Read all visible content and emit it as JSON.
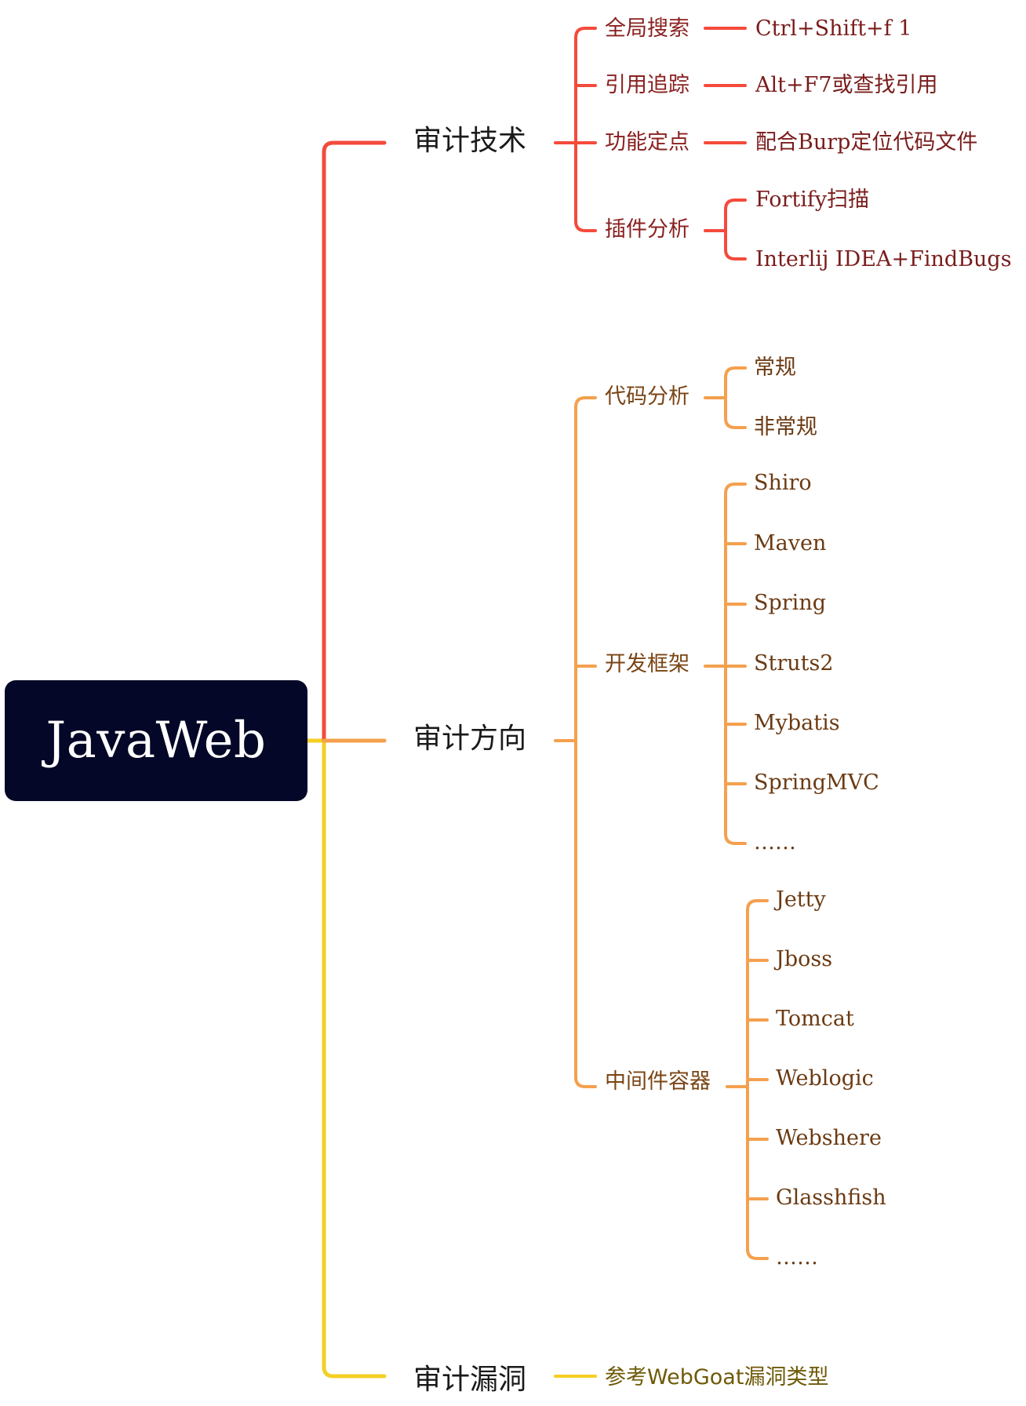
{
  "root": {
    "label": "JavaWeb"
  },
  "colors": {
    "red": "#F44A3C",
    "orange": "#F4A04E",
    "yellow": "#F5CF23",
    "root_bg": "#040727"
  },
  "branches": [
    {
      "label": "审计技术",
      "children": [
        {
          "label": "全局搜索",
          "children": [
            "Ctrl+Shift+f 1"
          ]
        },
        {
          "label": "引用追踪",
          "children": [
            "Alt+F7或查找引用"
          ]
        },
        {
          "label": "功能定点",
          "children": [
            "配合Burp定位代码文件"
          ]
        },
        {
          "label": "插件分析",
          "children": [
            "Fortify扫描",
            "Interlij IDEA+FindBugs"
          ]
        }
      ]
    },
    {
      "label": "审计方向",
      "children": [
        {
          "label": "代码分析",
          "children": [
            "常规",
            "非常规"
          ]
        },
        {
          "label": "开发框架",
          "children": [
            "Shiro",
            "Maven",
            "Spring",
            "Struts2",
            "Mybatis",
            "SpringMVC",
            "……"
          ]
        },
        {
          "label": "中间件容器",
          "children": [
            "Jetty",
            "Jboss",
            "Tomcat",
            "Weblogic",
            "Webshere",
            "Glasshfish",
            "……"
          ]
        }
      ]
    },
    {
      "label": "审计漏洞",
      "children": [
        {
          "label": "参考WebGoat漏洞类型",
          "children": []
        }
      ]
    }
  ]
}
